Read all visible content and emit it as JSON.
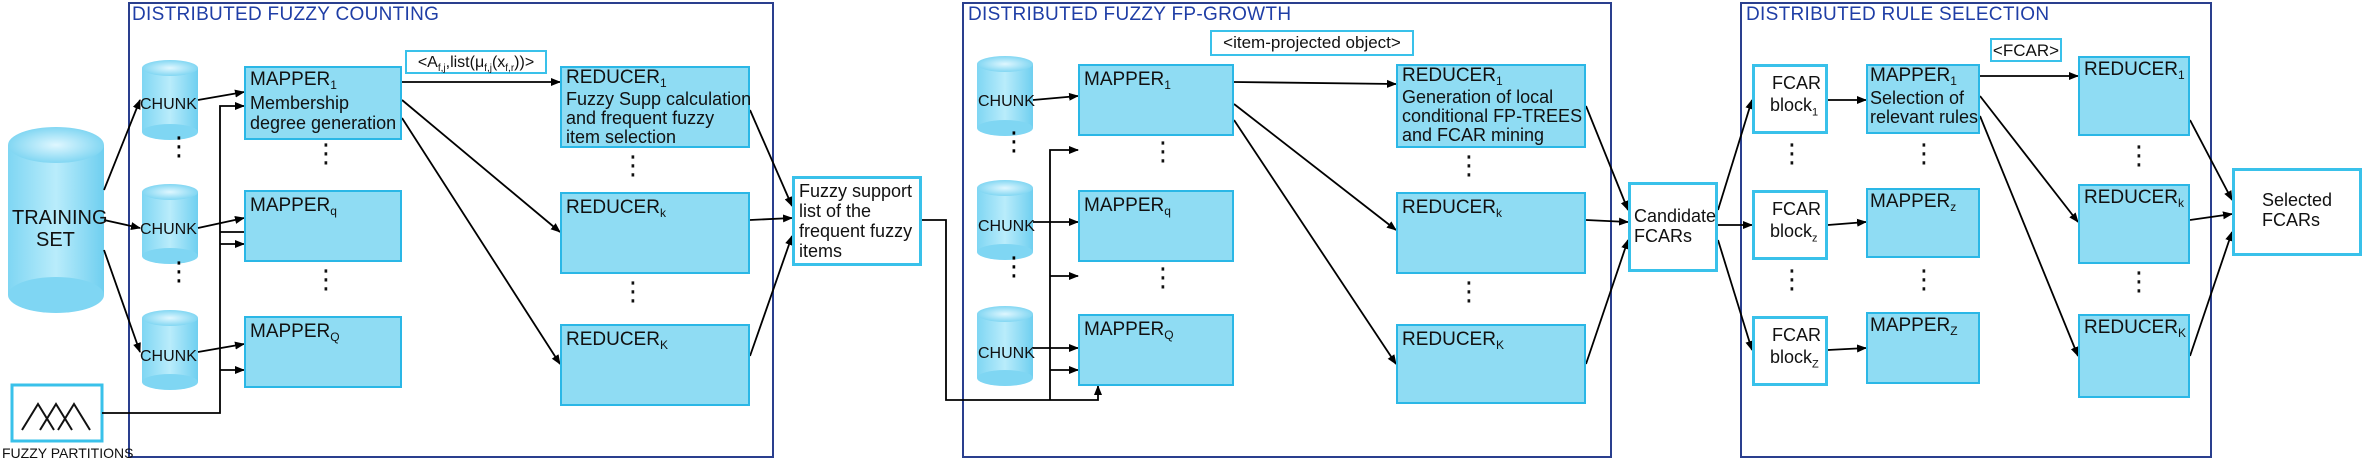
{
  "panels": {
    "counting": "DISTRIBUTED FUZZY COUNTING",
    "growth": "DISTRIBUTED FUZZY FP-GROWTH",
    "selection": "DISTRIBUTED RULE SELECTION"
  },
  "training_set": [
    "TRAINING",
    "SET"
  ],
  "fuzzy_partitions": "FUZZY PARTITIONS",
  "chunk": "CHUNK",
  "counting": {
    "mapper1_label": "MAPPER",
    "mapper1_sub": "1",
    "mapper1_desc": [
      "Membership",
      "degree generation"
    ],
    "mapperq_label": "MAPPER",
    "mapperq_sub": "q",
    "mapperQ_label": "MAPPER",
    "mapperQ_sub": "Q",
    "reducer1_label": "REDUCER",
    "reducer1_sub": "1",
    "reducer1_desc": [
      "Fuzzy Supp calculation",
      "and frequent fuzzy",
      "item selection"
    ],
    "reducerk_label": "REDUCER",
    "reducerk_sub": "k",
    "reducerK_label": "REDUCER",
    "reducerK_sub": "K",
    "annotation": {
      "open": "<A",
      "open_sub": "f,j",
      "mid": ",list(μ",
      "mid_sub": "f,j",
      "close": "(x",
      "close_sub": "f,r",
      "end": "))>"
    }
  },
  "fuzzy_support": [
    "Fuzzy support",
    "list of the",
    "frequent fuzzy",
    "items"
  ],
  "growth": {
    "annotation": "<item-projected object>",
    "mapper1_label": "MAPPER",
    "mapper1_sub": "1",
    "mapperq_label": "MAPPER",
    "mapperq_sub": "q",
    "mapperQ_label": "MAPPER",
    "mapperQ_sub": "Q",
    "reducer1_label": "REDUCER",
    "reducer1_sub": "1",
    "reducer1_desc": [
      "Generation of local",
      "conditional FP-TREES",
      "and FCAR mining"
    ],
    "reducerk_label": "REDUCER",
    "reducerk_sub": "k",
    "reducerK_label": "REDUCER",
    "reducerK_sub": "K"
  },
  "candidate": [
    "Candidate",
    "FCARs"
  ],
  "selection": {
    "annotation": "<FCAR>",
    "block1": [
      "FCAR",
      "block",
      "1"
    ],
    "blockz": [
      "FCAR",
      "block",
      "z"
    ],
    "blockZ": [
      "FCAR",
      "block",
      "Z"
    ],
    "mapper1_label": "MAPPER",
    "mapper1_sub": "1",
    "mapper1_desc": [
      "Selection of",
      "relevant rules"
    ],
    "mapperz_label": "MAPPER",
    "mapperz_sub": "z",
    "mapperZ_label": "MAPPER",
    "mapperZ_sub": "Z",
    "reducer1_label": "REDUCER",
    "reducer1_sub": "1",
    "reducerk_label": "REDUCER",
    "reducerk_sub": "k",
    "reducerK_label": "REDUCER",
    "reducerK_sub": "K"
  },
  "selected": [
    "Selected",
    "FCARs"
  ],
  "colors": {
    "box_fill": "#8fdcf3",
    "box_border": "#2ab7e6",
    "panel_border": "#2a3f8e",
    "title": "#1f3ea6"
  }
}
